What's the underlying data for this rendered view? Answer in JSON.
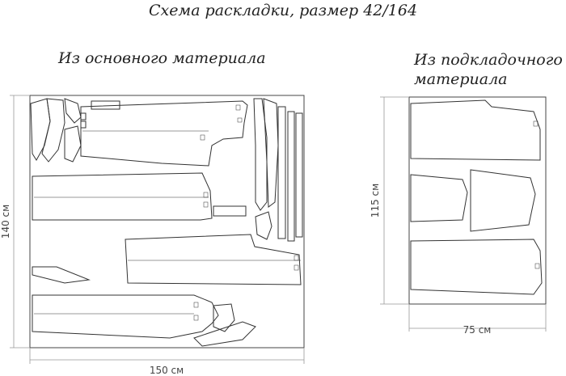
{
  "title": "Схема раскладки, размер 42/164",
  "main_fabric": {
    "label": "Из основного материала",
    "width_label": "150 см",
    "height_label": "140 см"
  },
  "lining": {
    "label_line1": "Из подкладочного",
    "label_line2": "материала",
    "width_label": "75 см",
    "height_label": "115 см"
  }
}
